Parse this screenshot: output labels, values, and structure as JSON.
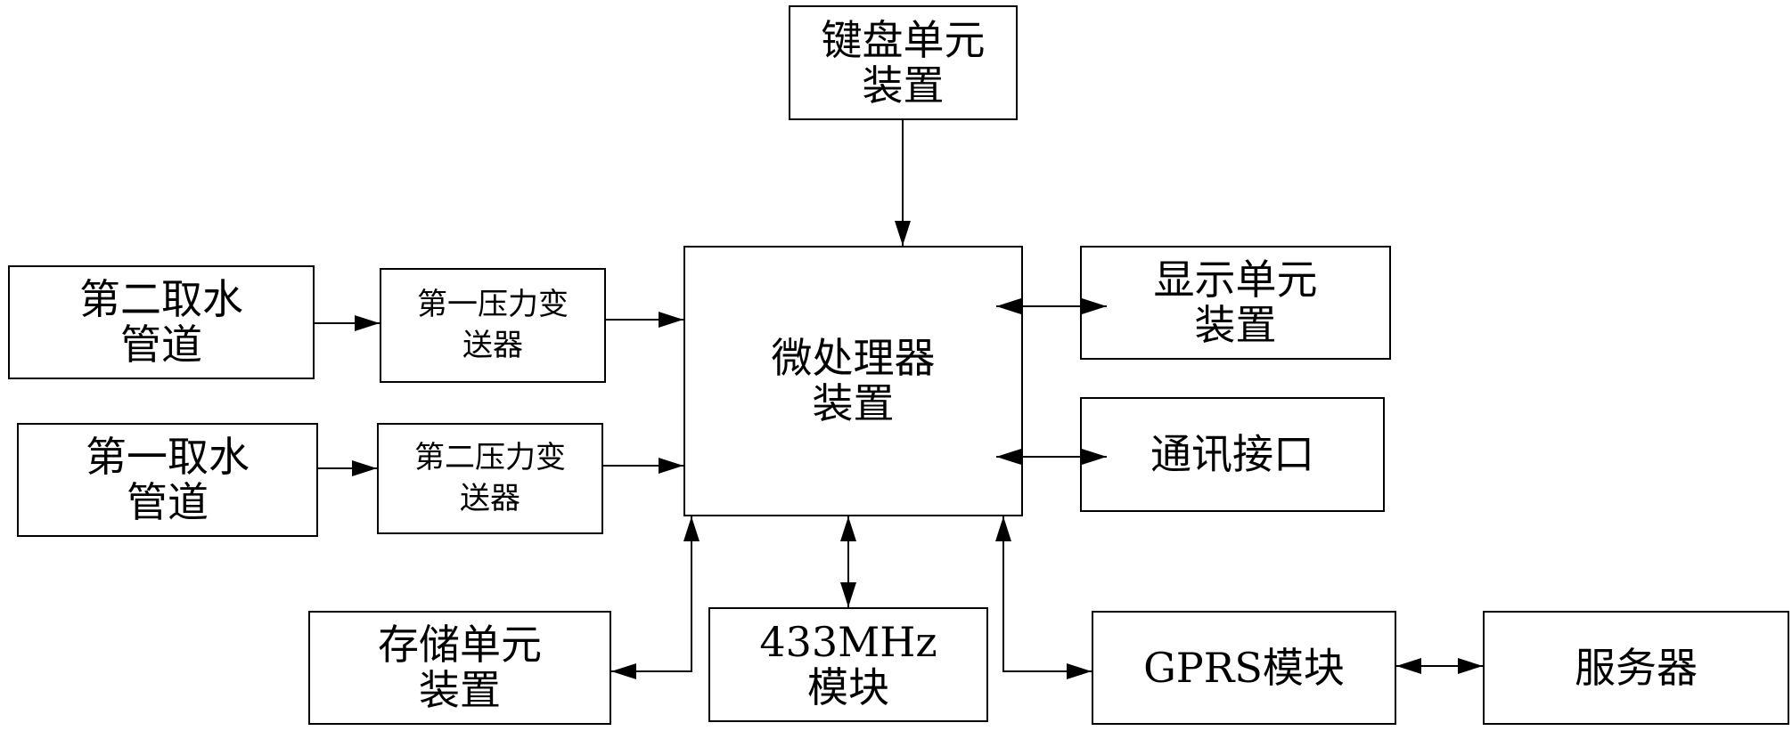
{
  "nodes": {
    "keyboard_unit": {
      "lines": [
        "键盘单元",
        "装置"
      ]
    },
    "microprocessor": {
      "lines": [
        "微处理器",
        "装置"
      ]
    },
    "display_unit": {
      "lines": [
        "显示单元",
        "装置"
      ]
    },
    "comm_interface": {
      "lines": [
        "通讯接口"
      ]
    },
    "second_water_pipe": {
      "lines": [
        "第二取水",
        "管道"
      ]
    },
    "first_pressure_transmitter": {
      "lines": [
        "第一压力变",
        "送器"
      ]
    },
    "first_water_pipe": {
      "lines": [
        "第一取水",
        "管道"
      ]
    },
    "second_pressure_transmitter": {
      "lines": [
        "第二压力变",
        "送器"
      ]
    },
    "storage_unit": {
      "lines": [
        "存储单元",
        "装置"
      ]
    },
    "module_433mhz": {
      "lines": [
        "433MHz",
        "模块"
      ]
    },
    "gprs_module": {
      "lines": [
        "GPRS模块"
      ]
    },
    "server": {
      "lines": [
        "服务器"
      ]
    }
  },
  "colors": {
    "stroke": "#000000",
    "background": "#ffffff"
  }
}
